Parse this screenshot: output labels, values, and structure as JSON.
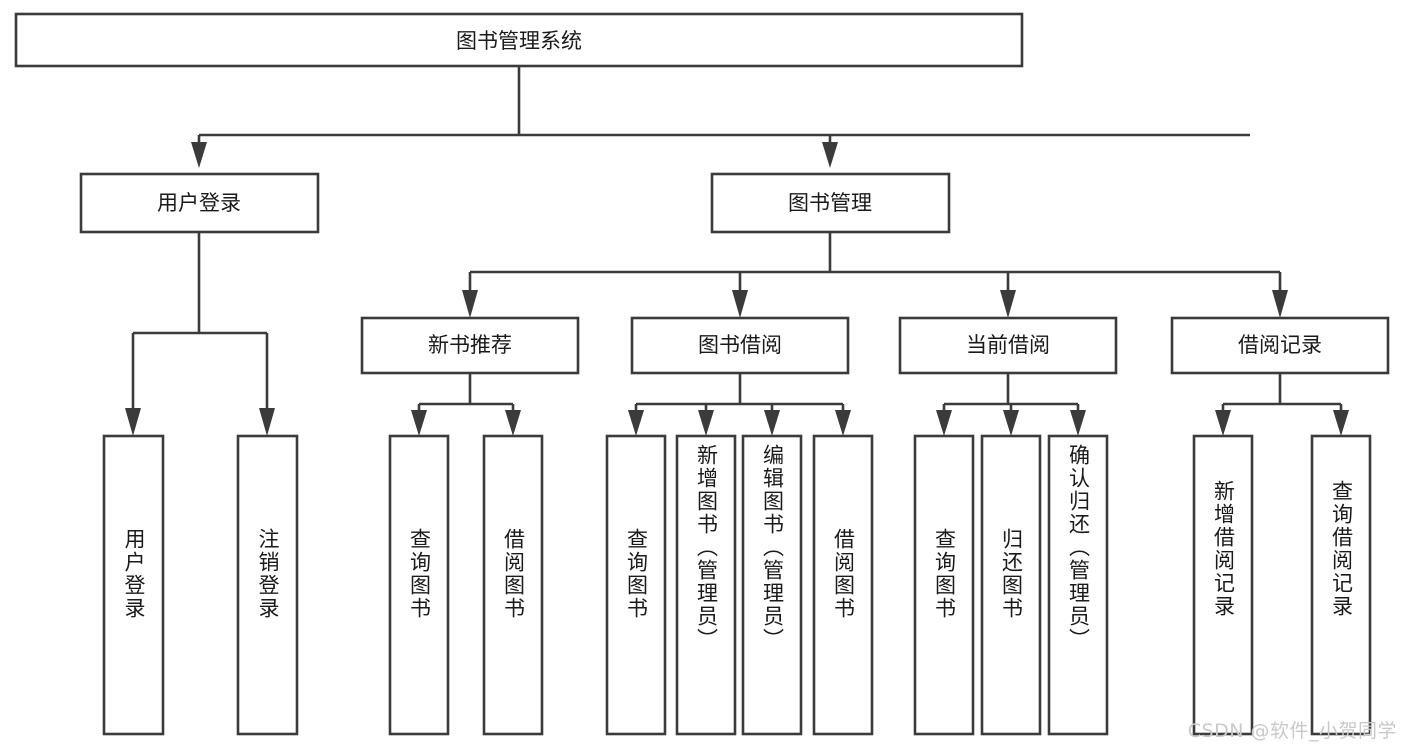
{
  "diagram": {
    "type": "tree-hierarchy-diagram",
    "title": "图书管理系统",
    "background_color": "#ffffff",
    "line_color": "#3b3b3b",
    "box_fill": "#ffffff",
    "text_color": "#1a1a1a",
    "levels": 4,
    "root": {
      "id": "root",
      "label": "图书管理系统",
      "orientation": "horizontal"
    },
    "level2": [
      {
        "id": "user-login",
        "label": "用户登录",
        "orientation": "horizontal"
      },
      {
        "id": "book-management",
        "label": "图书管理",
        "orientation": "horizontal"
      }
    ],
    "level3": [
      {
        "id": "new-book-recommend",
        "label": "新书推荐",
        "parent": "book-management",
        "orientation": "horizontal"
      },
      {
        "id": "book-borrow",
        "label": "图书借阅",
        "parent": "book-management",
        "orientation": "horizontal"
      },
      {
        "id": "current-borrow",
        "label": "当前借阅",
        "parent": "book-management",
        "orientation": "horizontal"
      },
      {
        "id": "borrow-record",
        "label": "借阅记录",
        "parent": "book-management",
        "orientation": "horizontal"
      }
    ],
    "leaves": [
      {
        "id": "leaf-user-login",
        "label": "用户登录",
        "parent": "user-login",
        "orientation": "vertical"
      },
      {
        "id": "leaf-logout-login",
        "label": "注销登录",
        "parent": "user-login",
        "orientation": "vertical"
      },
      {
        "id": "leaf-query-book-1",
        "label": "查询图书",
        "parent": "new-book-recommend",
        "orientation": "vertical"
      },
      {
        "id": "leaf-borrow-book-1",
        "label": "借阅图书",
        "parent": "new-book-recommend",
        "orientation": "vertical"
      },
      {
        "id": "leaf-query-book-2",
        "label": "查询图书",
        "parent": "book-borrow",
        "orientation": "vertical"
      },
      {
        "id": "leaf-add-book",
        "label": "新增图书（管理员）",
        "parent": "book-borrow",
        "orientation": "vertical"
      },
      {
        "id": "leaf-edit-book",
        "label": "编辑图书（管理员）",
        "parent": "book-borrow",
        "orientation": "vertical"
      },
      {
        "id": "leaf-borrow-book-2",
        "label": "借阅图书",
        "parent": "book-borrow",
        "orientation": "vertical"
      },
      {
        "id": "leaf-query-book-3",
        "label": "查询图书",
        "parent": "current-borrow",
        "orientation": "vertical"
      },
      {
        "id": "leaf-return-book",
        "label": "归还图书",
        "parent": "current-borrow",
        "orientation": "vertical"
      },
      {
        "id": "leaf-confirm-return",
        "label": "确认归还（管理员）",
        "parent": "current-borrow",
        "orientation": "vertical"
      },
      {
        "id": "leaf-add-record",
        "label": "新增借阅记录",
        "parent": "borrow-record",
        "orientation": "vertical"
      },
      {
        "id": "leaf-query-record",
        "label": "查询借阅记录",
        "parent": "borrow-record",
        "orientation": "vertical"
      }
    ]
  },
  "watermark": {
    "text": "CSDN @软件_小贺同学"
  }
}
